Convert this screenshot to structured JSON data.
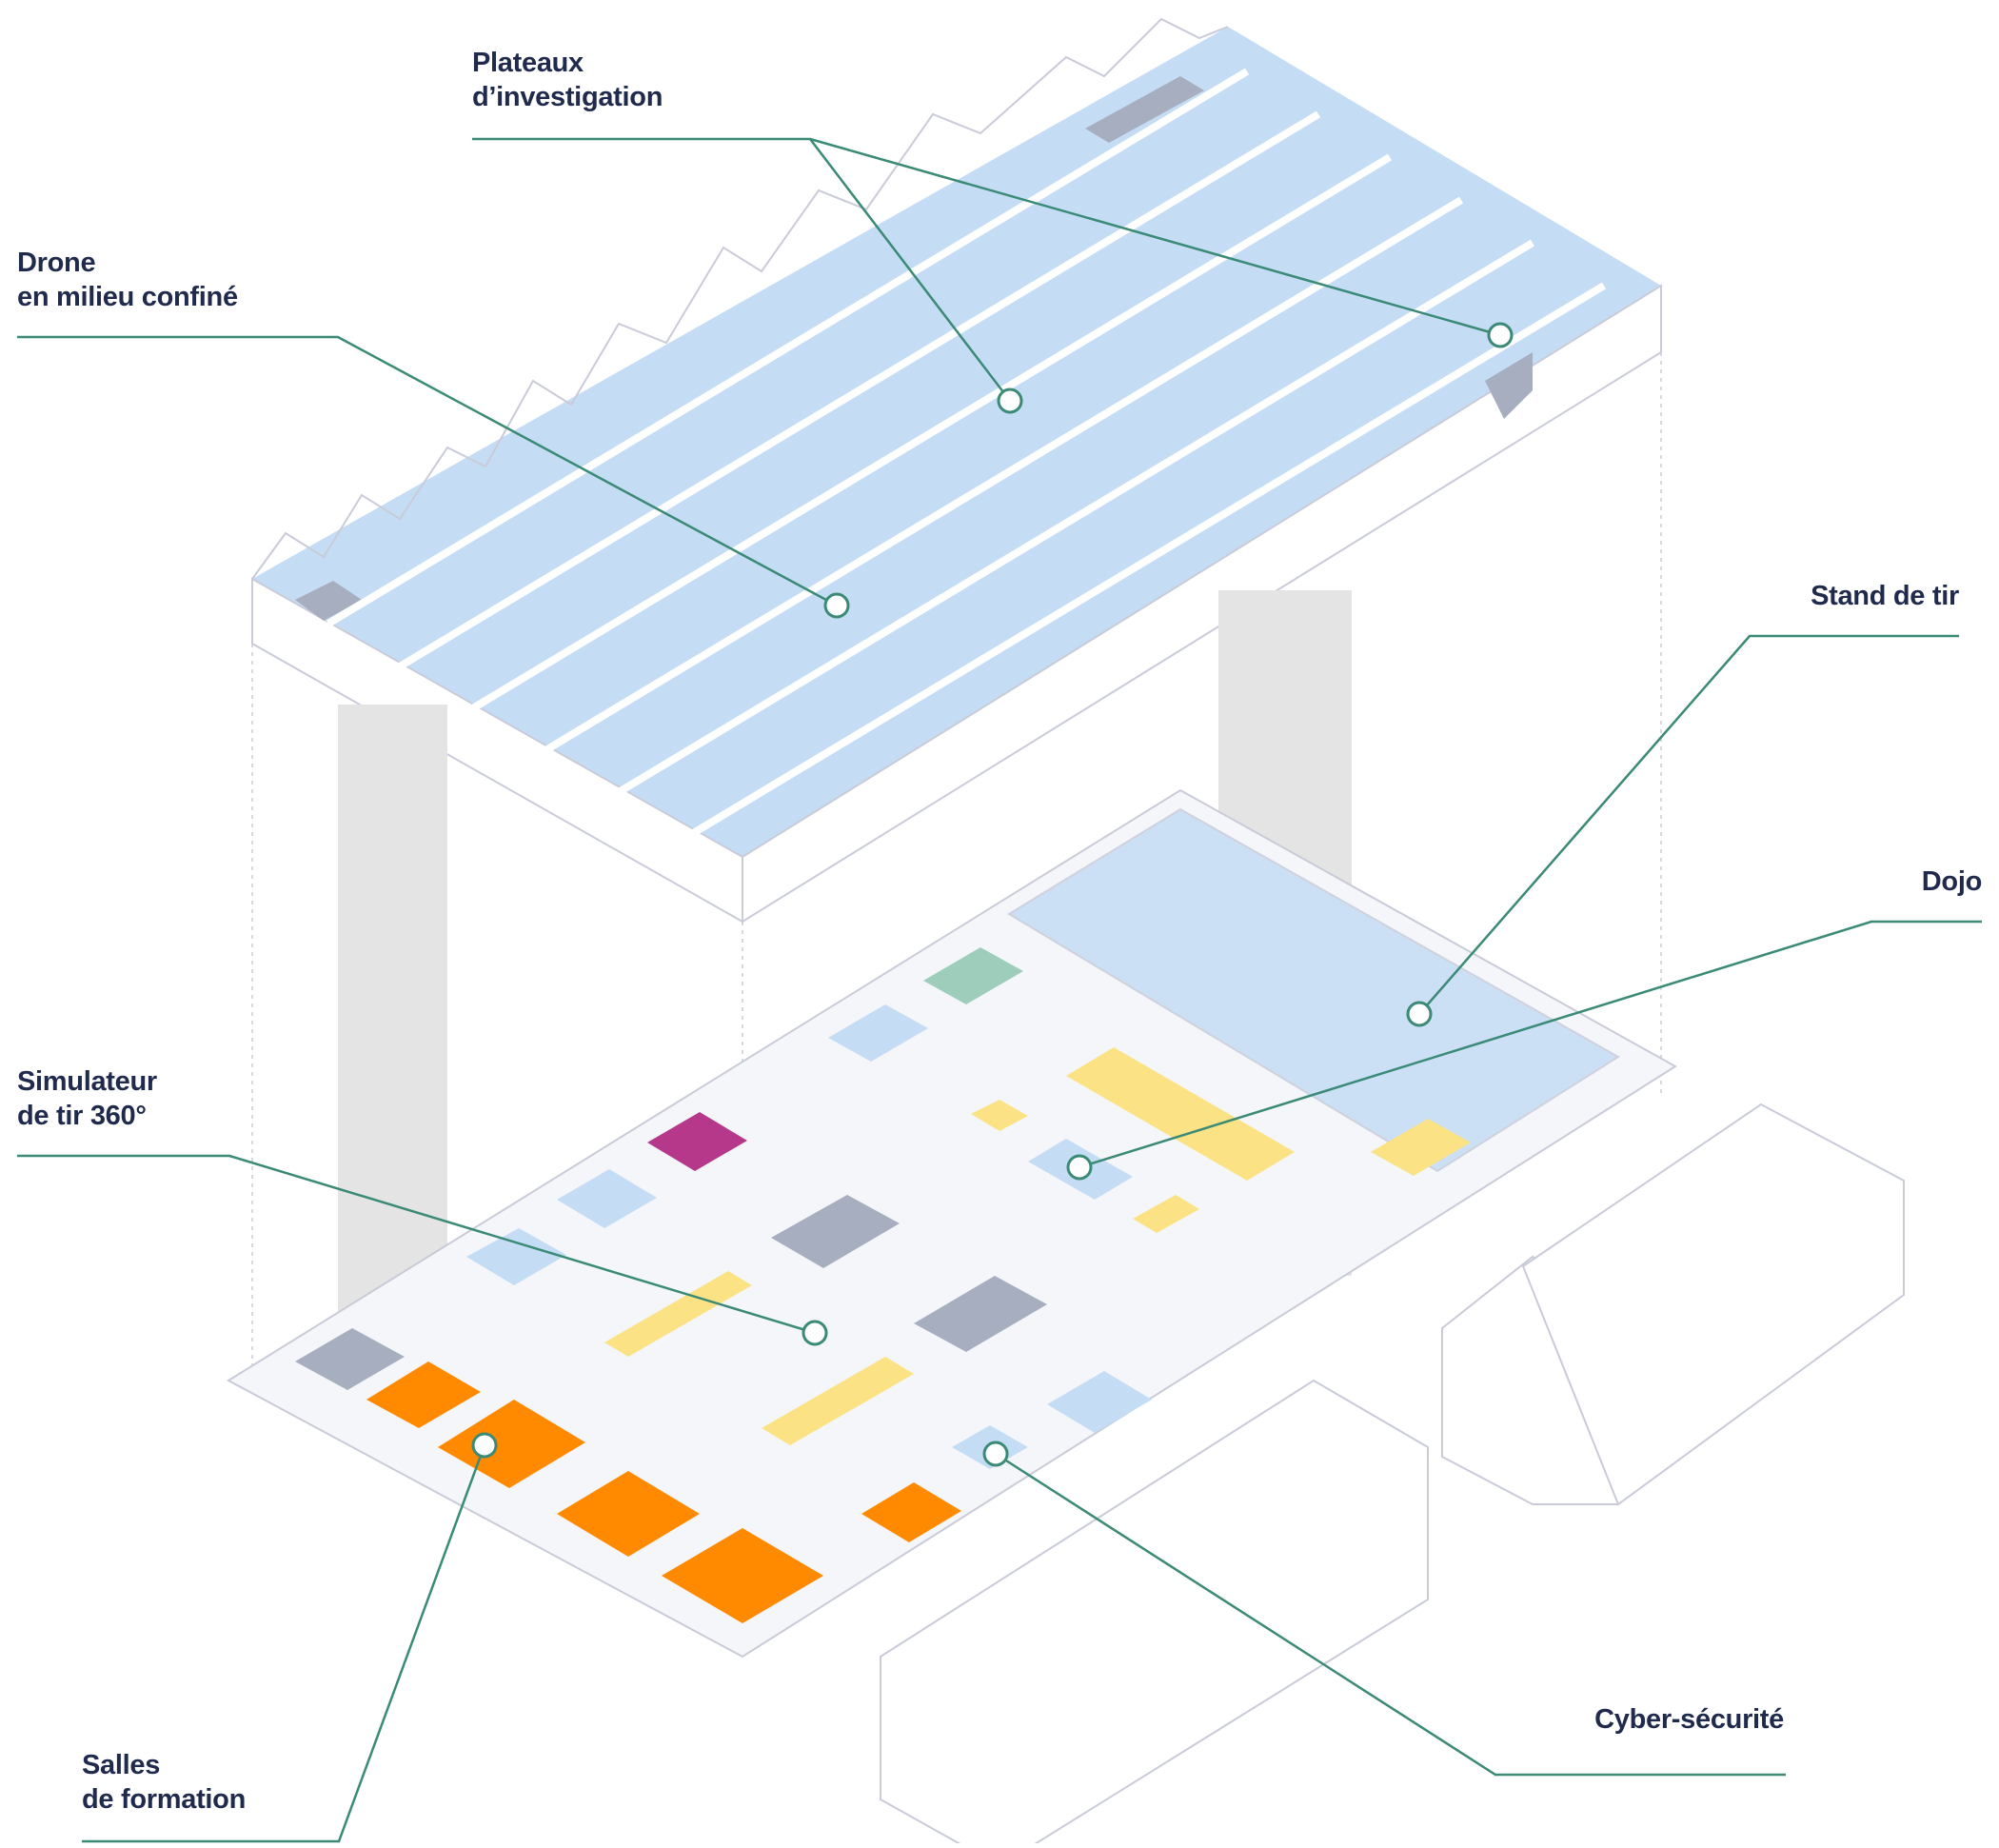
{
  "labels": {
    "plateaux": [
      "Plateaux",
      "d’investigation"
    ],
    "drone": [
      "Drone",
      "en milieu confiné"
    ],
    "stand": [
      "Stand de tir"
    ],
    "dojo": [
      "Dojo"
    ],
    "simulateur": [
      "Simulateur",
      "de tir 360°"
    ],
    "salles": [
      "Salles",
      "de formation"
    ],
    "cyber": [
      "Cyber-sécurité"
    ]
  },
  "colors": {
    "line": "#3a8a76",
    "text": "#1f2a4d",
    "outline": "#c9ccd8",
    "blue": "#c5dcf5",
    "gray": "#a6aebf",
    "orange": "#ff8a00",
    "yellow": "#fbe385",
    "magenta": "#b5388a",
    "teal": "#9fcdbb"
  }
}
